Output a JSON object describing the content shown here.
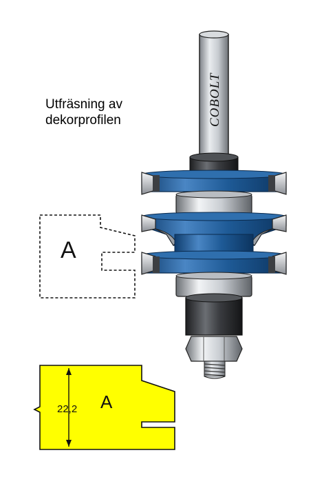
{
  "caption": {
    "line1": "Utfräsning av",
    "line2": "dekorprofilen"
  },
  "brand_text": "COBOLT",
  "profile_upper_label": "A",
  "profile_lower_label": "A",
  "dimension_label": "22,2",
  "colors": {
    "cutter_blue": "#1e5a96",
    "steel_gray": "#9a9ea5",
    "profile_yellow": "#ffff00",
    "dark_steel": "#3b3d41"
  }
}
